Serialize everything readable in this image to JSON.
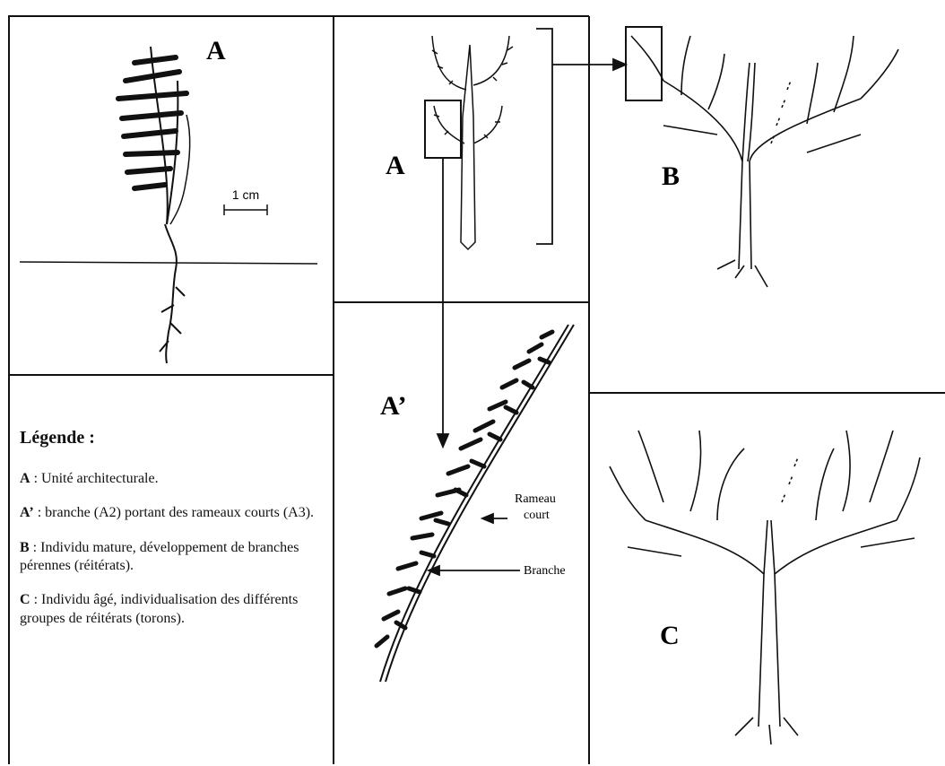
{
  "panels": {
    "panel1_letter": "A",
    "scale_bar_label": "1 cm",
    "panel2_letter": "A",
    "panel3_letter": "B",
    "panel4_letter": "A’",
    "panel5_letter": "C",
    "label_rameau_line1": "Rameau",
    "label_rameau_line2": "court",
    "label_branche": "Branche"
  },
  "legend": {
    "title": "Légende :",
    "items": [
      {
        "key": "A",
        "text": " : Unité architecturale."
      },
      {
        "key": "A’",
        "text": " : branche (A2) portant des rameaux courts (A3)."
      },
      {
        "key": "B",
        "text": " : Individu mature, développement de branches pérennes (réitérats)."
      },
      {
        "key": "C",
        "text": " : Individu âgé, individualisation des différents groupes de réitérats (torons)."
      }
    ]
  }
}
